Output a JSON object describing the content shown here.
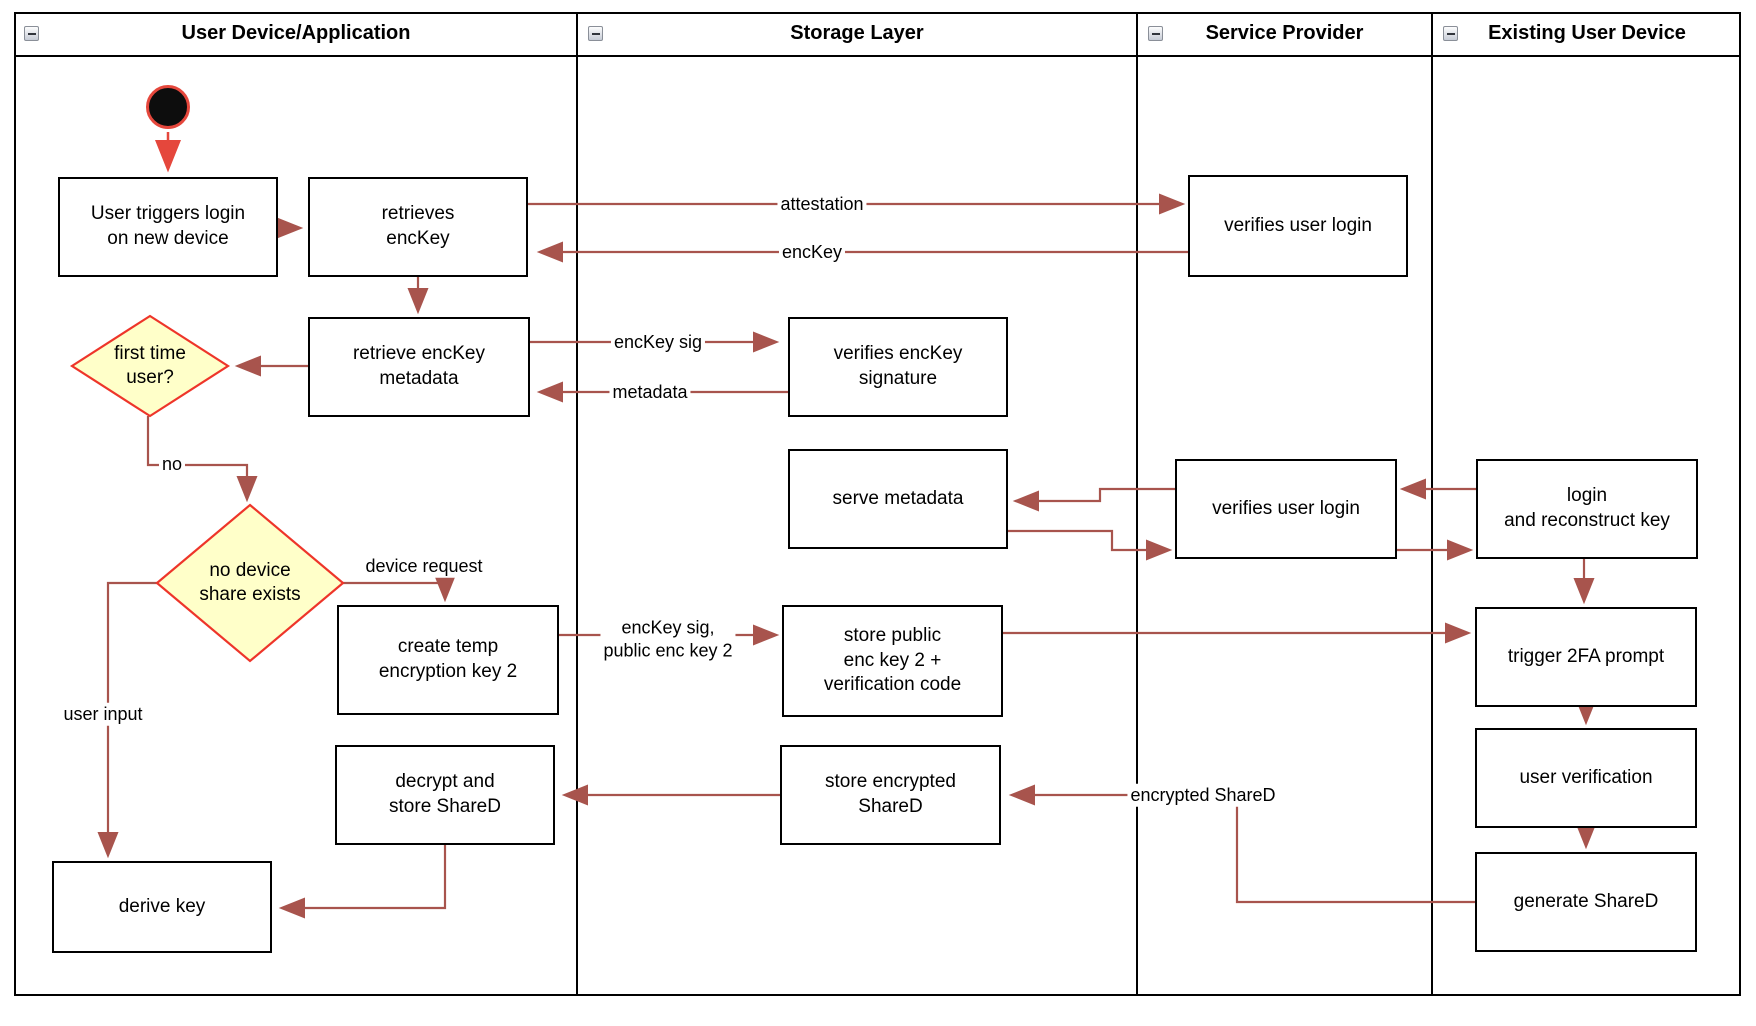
{
  "lanes": [
    {
      "title": "User Device/Application"
    },
    {
      "title": "Storage Layer"
    },
    {
      "title": "Service Provider"
    },
    {
      "title": "Existing User Device"
    }
  ],
  "nodes": {
    "user_triggers_login": {
      "label": "User triggers login\non new device"
    },
    "retrieves_enckey": {
      "label": "retrieves\nencKey"
    },
    "verifies_user_login_top": {
      "label": "verifies user login"
    },
    "first_time_user": {
      "label": "first time\nuser?"
    },
    "retrieve_enckey_metadata": {
      "label": "retrieve encKey\nmetadata"
    },
    "verifies_enckey_signature": {
      "label": "verifies encKey\nsignature"
    },
    "serve_metadata": {
      "label": "serve metadata"
    },
    "verifies_user_login_mid": {
      "label": "verifies user login"
    },
    "login_and_reconstruct_key": {
      "label": "login\nand reconstruct key"
    },
    "no_device_share_exists": {
      "label": "no device\nshare exists"
    },
    "create_temp_encryption_key_2": {
      "label": "create temp\nencryption key 2"
    },
    "store_public_enc_key_2": {
      "label": "store public\nenc key 2 +\nverification code"
    },
    "trigger_2fa_prompt": {
      "label": "trigger 2FA prompt"
    },
    "user_verification": {
      "label": "user verification"
    },
    "generate_shared": {
      "label": "generate ShareD"
    },
    "decrypt_and_store_shared": {
      "label": "decrypt and\nstore ShareD"
    },
    "store_encrypted_shared": {
      "label": "store encrypted\nShareD"
    },
    "derive_key": {
      "label": "derive key"
    }
  },
  "edge_labels": {
    "attestation": "attestation",
    "enckey": "encKey",
    "enckey_sig": "encKey sig",
    "metadata": "metadata",
    "no": "no",
    "device_request": "device request",
    "enckey_sig_public_key": "encKey sig,\npublic enc key 2",
    "user_input": "user input",
    "encrypted_shared": "encrypted ShareD"
  },
  "colors": {
    "arrow": "#a8544d",
    "start_arrow": "#e5473c",
    "diamond_fill": "#ffffc9",
    "diamond_stroke": "#ee352a"
  }
}
